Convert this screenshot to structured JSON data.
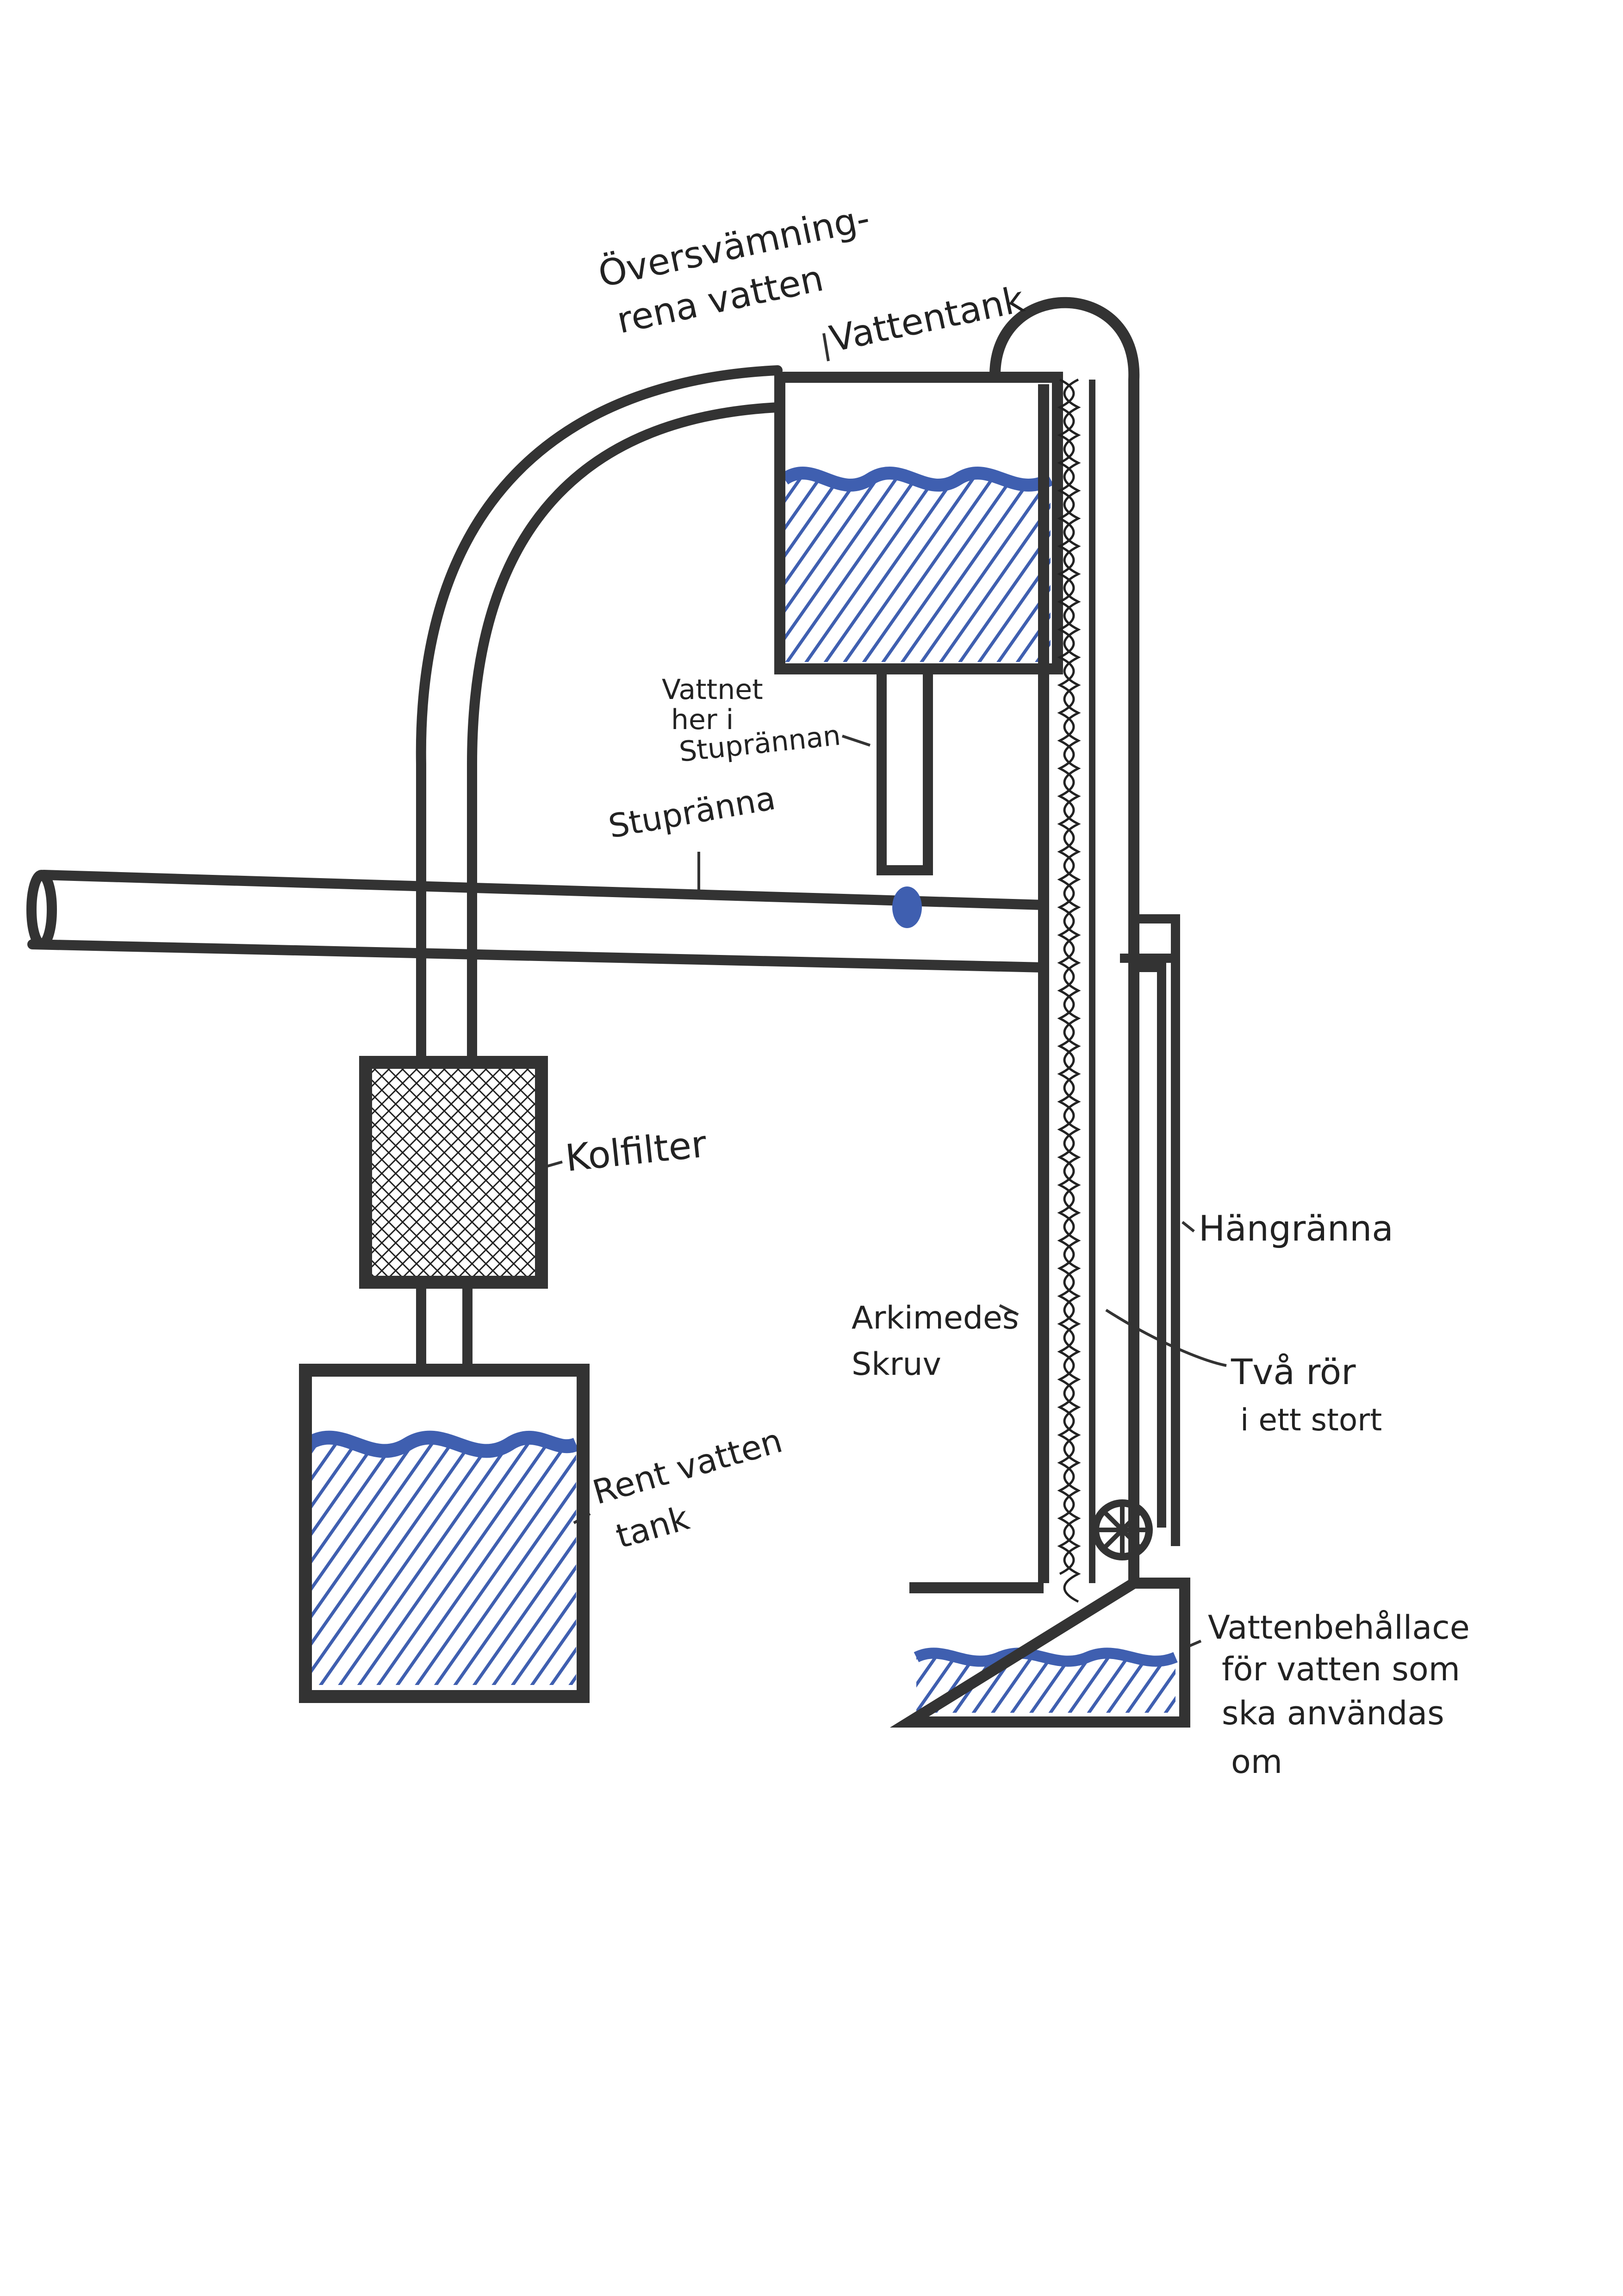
{
  "labels": {
    "overflow_line1": "Översvämning-",
    "overflow_line2": "rena vatten",
    "water_tank": "Vattentank",
    "water_here_1": "Vattnet",
    "water_here_2": "her i",
    "water_here_3": "Stuprännan",
    "downpipe": "Stupränna",
    "carbon_filter": "Kolfilter",
    "clean_tank_1": "Rent vatten",
    "clean_tank_2": "tank",
    "gutter": "Hängränna",
    "archimedes_1": "Arkimedes",
    "archimedes_2": "Skruv",
    "two_pipes_1": "Två rör",
    "two_pipes_2": "i ett stort",
    "reservoir_1": "Vattenbehållace",
    "reservoir_2": "för vatten som",
    "reservoir_3": "ska användas",
    "reservoir_4": "om"
  },
  "colors": {
    "ink": "#333333",
    "water": "#3f5fb0",
    "paper": "#ffffff"
  }
}
